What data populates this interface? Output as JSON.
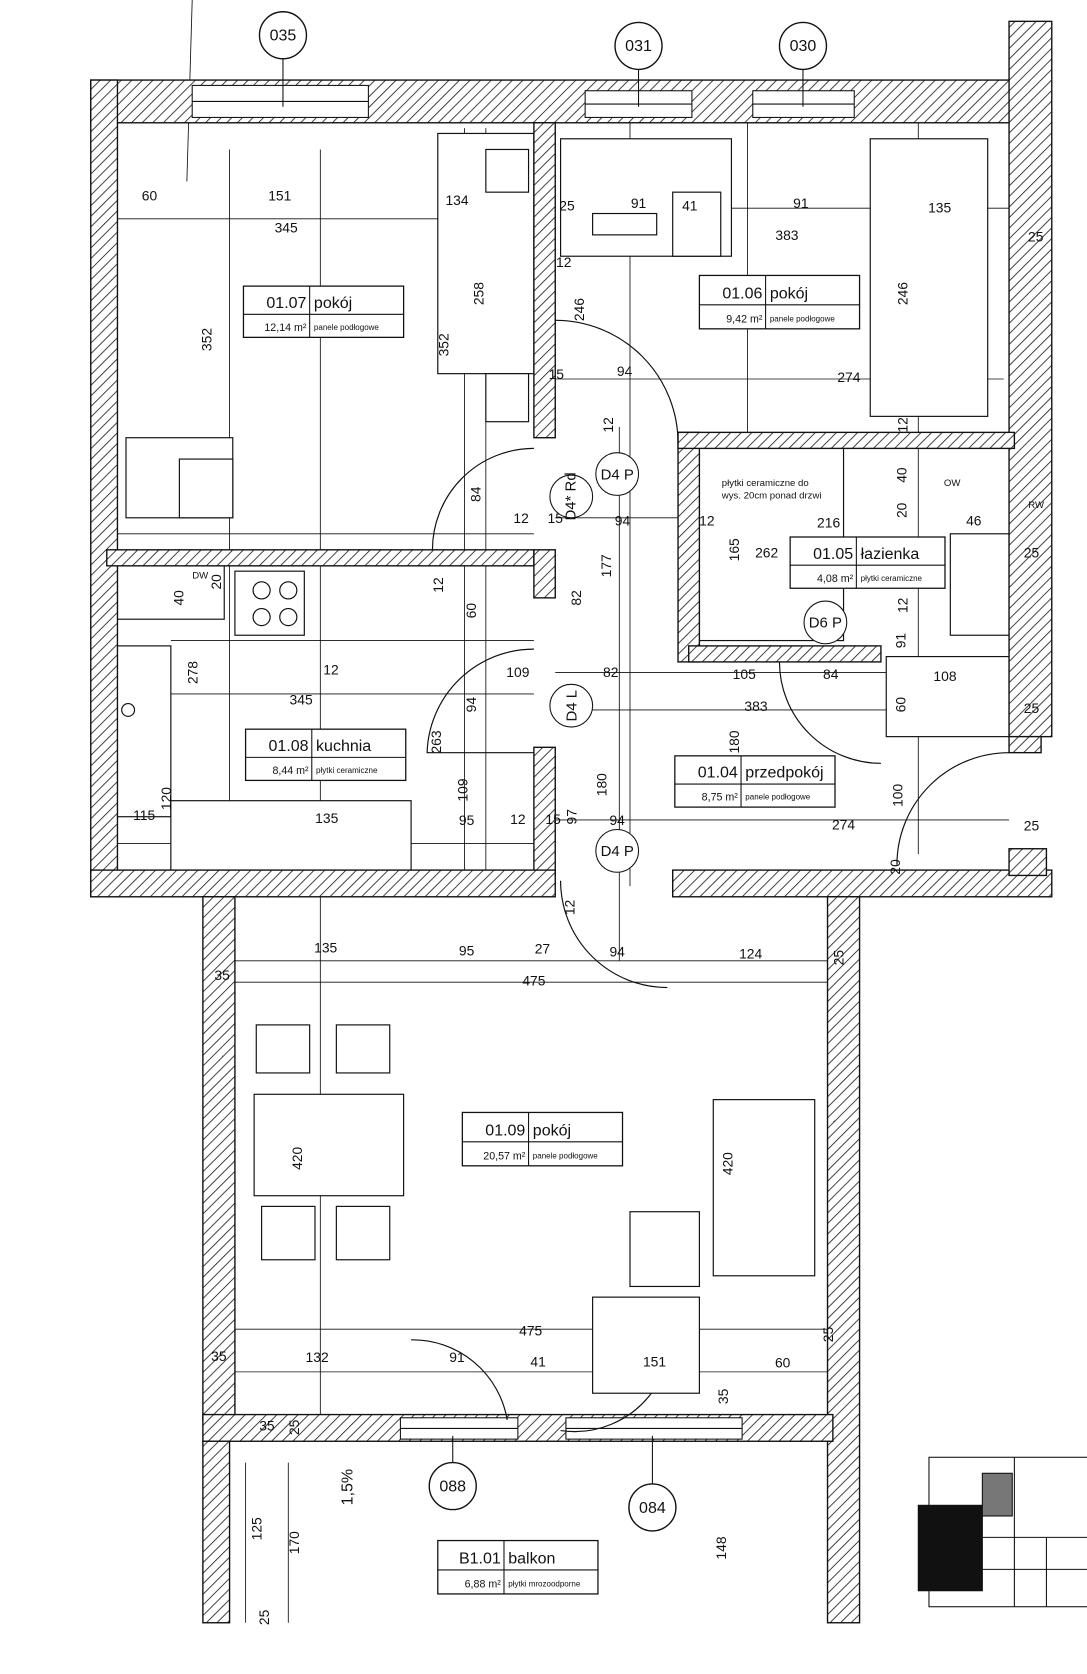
{
  "plan": {
    "rooms": [
      {
        "number": "01.07",
        "name": "pokój",
        "area": "12,14 m²",
        "finish": "panele podłogowe"
      },
      {
        "number": "01.06",
        "name": "pokój",
        "area": "9,42 m²",
        "finish": "panele podłogowe"
      },
      {
        "number": "01.05",
        "name": "łazienka",
        "area": "4,08 m²",
        "finish": "płytki ceramiczne"
      },
      {
        "number": "01.08",
        "name": "kuchnia",
        "area": "8,44 m²",
        "finish": "płytki ceramiczne"
      },
      {
        "number": "01.04",
        "name": "przedpokój",
        "area": "8,75 m²",
        "finish": "panele podłogowe"
      },
      {
        "number": "01.09",
        "name": "pokój",
        "area": "20,57 m²",
        "finish": "panele podłogowe"
      },
      {
        "number": "B1.01",
        "name": "balkon",
        "area": "6,88 m²",
        "finish": "płytki mrozoodporne"
      }
    ],
    "axis_markers": [
      "035",
      "031",
      "030",
      "088",
      "084"
    ],
    "door_tags": [
      "D4 P",
      "D4* Rd",
      "D4 L",
      "D4 P",
      "D6 P"
    ],
    "bathroom_note": [
      "płytki ceramiczne do",
      "wys. 20cm ponad drzwi"
    ],
    "equipment_labels": [
      "DW",
      "OW",
      "RW"
    ],
    "slope_label": "1,5%",
    "dimensions": [
      "60",
      "151",
      "134",
      "345",
      "25",
      "91",
      "41",
      "91",
      "383",
      "135",
      "25",
      "12",
      "258",
      "352",
      "352",
      "246",
      "246",
      "15",
      "94",
      "274",
      "12",
      "12",
      "84",
      "12",
      "15",
      "94",
      "12",
      "177",
      "165",
      "262",
      "216",
      "46",
      "20",
      "40",
      "25",
      "12",
      "40",
      "20",
      "60",
      "82",
      "105",
      "12",
      "91",
      "278",
      "12",
      "109",
      "82",
      "84",
      "108",
      "345",
      "94",
      "263",
      "383",
      "60",
      "25",
      "180",
      "120",
      "115",
      "135",
      "109",
      "95",
      "12",
      "15",
      "97",
      "94",
      "180",
      "274",
      "100",
      "25",
      "20",
      "12",
      "94",
      "135",
      "95",
      "27",
      "124",
      "475",
      "25",
      "35",
      "420",
      "420",
      "475",
      "35",
      "132",
      "91",
      "41",
      "151",
      "60",
      "35",
      "25",
      "35",
      "25",
      "125",
      "170",
      "148",
      "25"
    ]
  },
  "colors": {
    "line": "#111111",
    "background": "#ffffff",
    "hatch": "#222222"
  }
}
